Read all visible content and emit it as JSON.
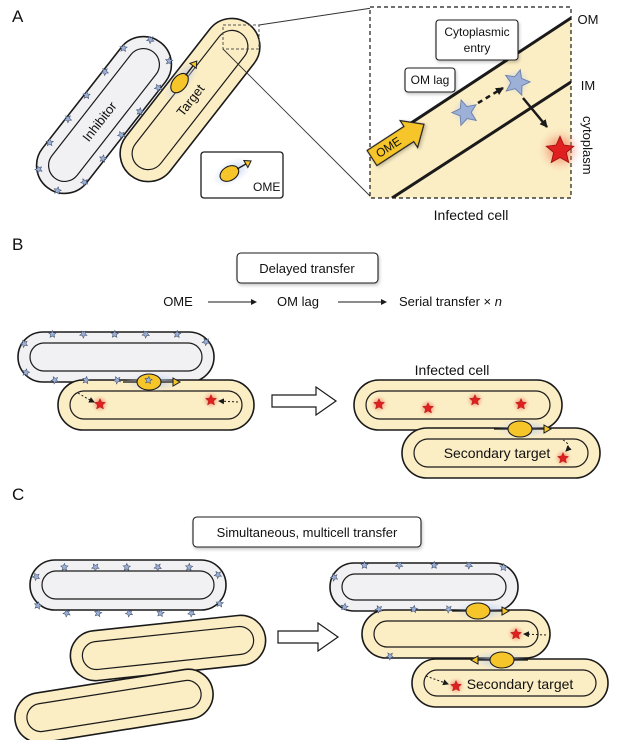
{
  "panels": {
    "a": {
      "letter": "A",
      "inhibitor_label": "Inhibitor",
      "target_label": "Target",
      "legend_label": "OME",
      "zoom": {
        "cytoplasmic_entry_line1": "Cytoplasmic",
        "cytoplasmic_entry_line2": "entry",
        "om_lag": "OM lag",
        "ome_arrow": "OME",
        "om": "OM",
        "im": "IM",
        "cytoplasm": "cytoplasm"
      },
      "infected_cell": "Infected cell"
    },
    "b": {
      "letter": "B",
      "box_title": "Delayed transfer",
      "flow": {
        "step1": "OME",
        "step2": "OM lag",
        "step3": "Serial transfer × ",
        "step3_var": "n"
      },
      "infected_cell": "Infected cell",
      "secondary_target": "Secondary target"
    },
    "c": {
      "letter": "C",
      "box_title": "Simultaneous, multicell transfer",
      "secondary_target": "Secondary target"
    }
  },
  "colors": {
    "inhibitor_fill": "#f1f1f3",
    "target_fill": "#fbedc4",
    "ome_yellow": "#f6c52a",
    "star_blue": "#9db1d8",
    "toxin_red": "#e02020",
    "outline": "#1a1a1a"
  }
}
